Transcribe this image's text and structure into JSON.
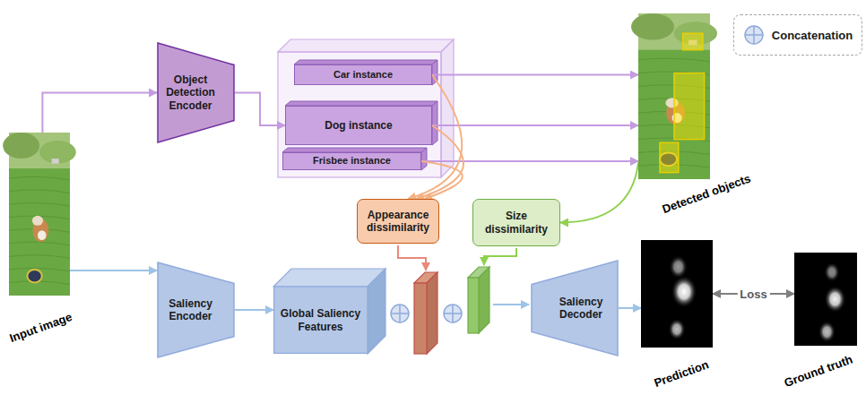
{
  "diagram": {
    "nodes": [
      {
        "text": [
          "Input image"
        ]
      },
      {
        "text": [
          "Object Detection Encoder"
        ]
      },
      {
        "text": [
          "Car instance"
        ]
      },
      {
        "text": [
          "Dog instance"
        ]
      },
      {
        "text": [
          "Frisbee instance"
        ]
      },
      {
        "text": [
          "Detected objects"
        ]
      },
      {
        "text": [
          "Appearance dissimilarity"
        ]
      },
      {
        "text": [
          "Size dissimilarity"
        ]
      },
      {
        "text": [
          "Saliency Encoder"
        ]
      },
      {
        "text": [
          "Global Saliency Features"
        ]
      },
      {
        "text": [
          "Saliency Decoder"
        ]
      },
      {
        "text": [
          "Prediction"
        ]
      },
      {
        "text": [
          "Ground truth"
        ]
      }
    ],
    "edges": [
      {
        "from": 0,
        "to": 1,
        "arrow": "to"
      },
      {
        "from": 0,
        "to": 8,
        "arrow": "to"
      },
      {
        "from": 1,
        "to": 3,
        "arrow": "to"
      },
      {
        "from": 2,
        "to": 5,
        "arrow": "to"
      },
      {
        "from": 3,
        "to": 5,
        "arrow": "to"
      },
      {
        "from": 4,
        "to": 5,
        "arrow": "to"
      },
      {
        "from": 2,
        "to": 6,
        "arrow": "to"
      },
      {
        "from": 3,
        "to": 6,
        "arrow": "to"
      },
      {
        "from": 4,
        "to": 6,
        "arrow": "to"
      },
      {
        "from": 5,
        "to": 7,
        "arrow": "to"
      },
      {
        "from": 8,
        "to": 9,
        "arrow": "to"
      },
      {
        "from": 10,
        "to": 11,
        "arrow": "to"
      },
      {
        "from": 11,
        "to": 12,
        "label": "Loss",
        "arrow": "both"
      }
    ],
    "legend": [
      {
        "text": "Concatenation"
      }
    ]
  }
}
